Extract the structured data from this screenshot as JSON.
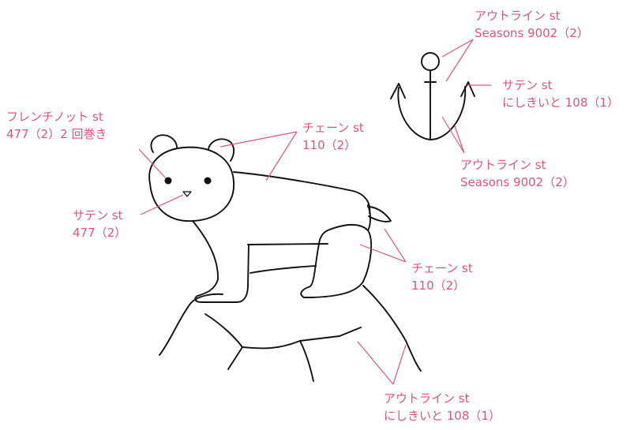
{
  "theme": {
    "label_color": "#d9577a",
    "line_color": "#111111"
  },
  "labels": {
    "anchor_top": {
      "line1": "アウトライン st",
      "line2": "Seasons 9002（2）"
    },
    "anchor_satin": {
      "line1": "サテン st",
      "line2": "にしきいと 108（1）"
    },
    "anchor_bottom": {
      "line1": "アウトライン st",
      "line2": "Seasons 9002（2）"
    },
    "french_knot": {
      "line1": "フレンチノット st",
      "line2": "477（2）2 回巻き"
    },
    "chain_upper": {
      "line1": "チェーン st",
      "line2": "110（2）"
    },
    "satin_nose": {
      "line1": "サテン st",
      "line2": "477（2）"
    },
    "chain_lower": {
      "line1": "チェーン st",
      "line2": "110（2）"
    },
    "rock_outline": {
      "line1": "アウトライン st",
      "line2": "にしきいと 108（1）"
    }
  }
}
